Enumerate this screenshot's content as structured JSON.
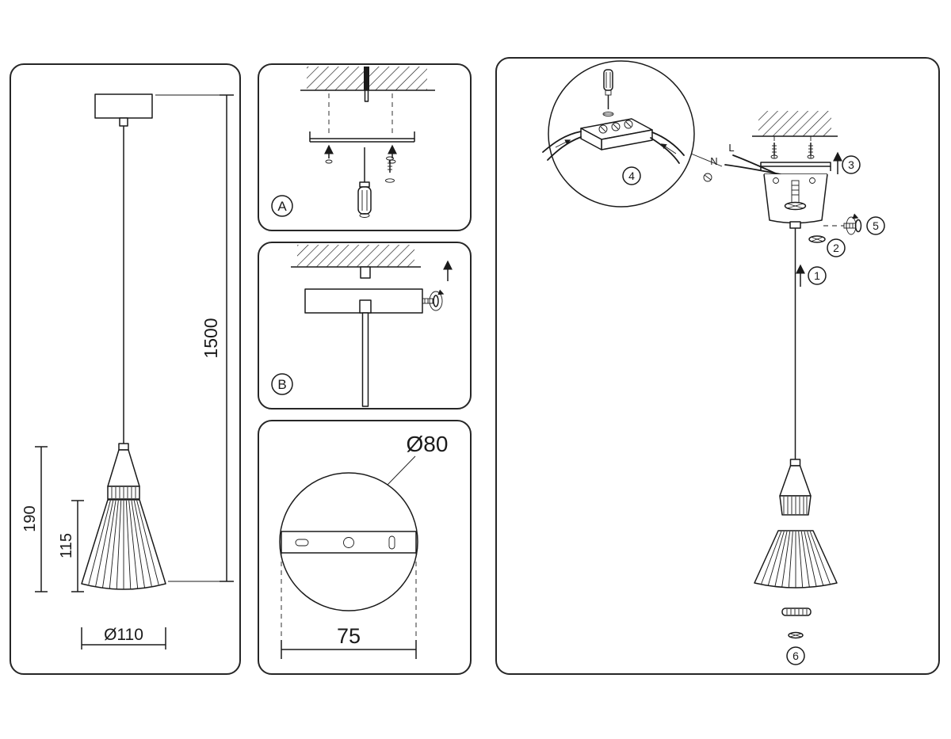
{
  "colors": {
    "line": "#1a1a1a",
    "background": "#ffffff"
  },
  "left_panel": {
    "dim_total_height": "1500",
    "dim_fixture_height": "190",
    "dim_shade_height": "115",
    "dim_shade_diameter": "Ø110"
  },
  "detail_a": {
    "label": "A"
  },
  "detail_b": {
    "label": "B"
  },
  "canopy_view": {
    "dim_diameter": "Ø80",
    "dim_plate_width": "75"
  },
  "assembly": {
    "wire_n": "N",
    "wire_l": "L",
    "steps": {
      "s1": "1",
      "s2": "2",
      "s3": "3",
      "s4": "4",
      "s5": "5",
      "s6": "6"
    }
  }
}
